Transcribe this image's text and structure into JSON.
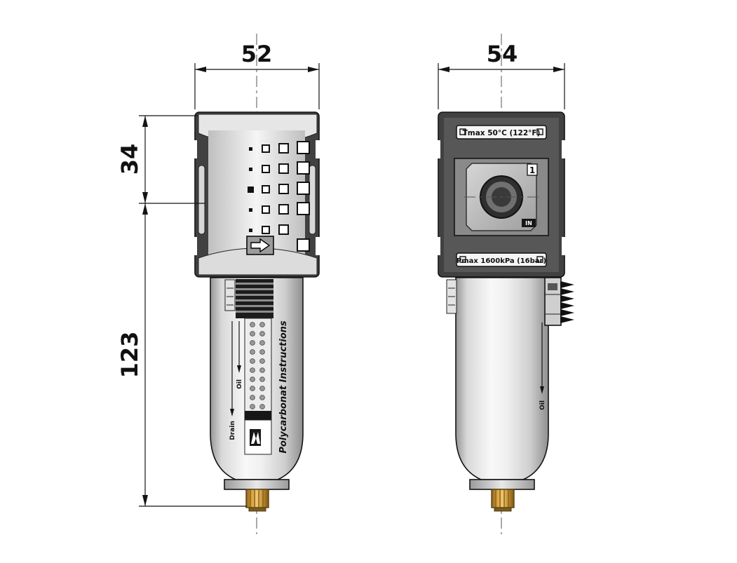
{
  "drawing": {
    "front": {
      "width_dim": "52",
      "upper_height_dim": "34",
      "total_height_dim": "123",
      "bowl_label": "Polycarbonat Instructions",
      "drain_label": "Drain",
      "oil_label": "Oil"
    },
    "side": {
      "width_dim": "54",
      "tmax_label": "Tmax 50°C (122°F)",
      "pmax_label": "Pmax 1600kPa (16bar)",
      "port_number": "1",
      "port_in_label": "IN",
      "oil_label": "Oil"
    },
    "colors": {
      "body_dark": "#414141",
      "brass": "#d9a33c",
      "line": "#141414"
    }
  }
}
